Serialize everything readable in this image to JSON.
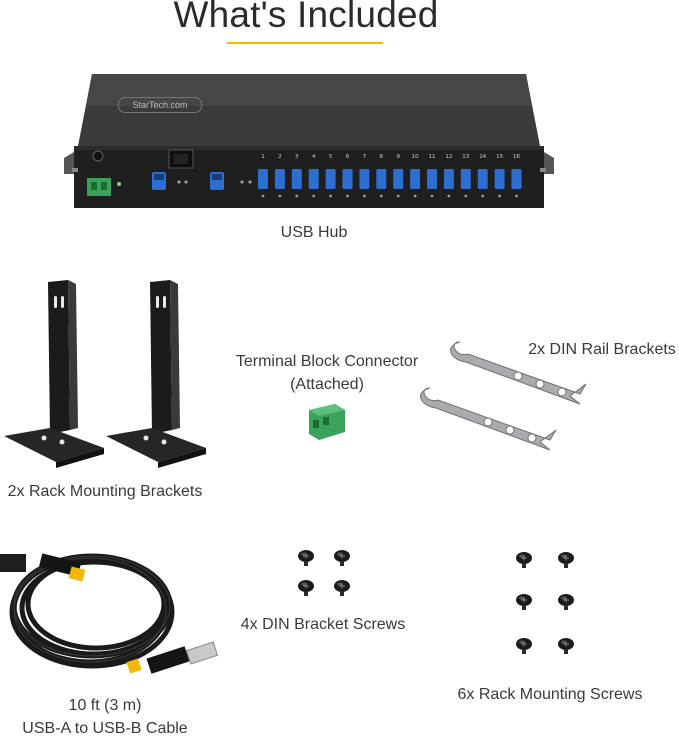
{
  "header": {
    "title": "What's Included",
    "accent_color": "#f2b705"
  },
  "hub": {
    "brand": "StarTech.com",
    "caption": "USB Hub",
    "port_numbers": [
      "1",
      "2",
      "3",
      "4",
      "5",
      "6",
      "7",
      "8",
      "9",
      "10",
      "11",
      "12",
      "13",
      "14",
      "15",
      "16"
    ]
  },
  "items": {
    "rack_brackets": "2x Rack Mounting Brackets",
    "terminal_block_line1": "Terminal Block Connector",
    "terminal_block_line2": "(Attached)",
    "din_rail_brackets": "2x DIN Rail Brackets",
    "cable_line1": "10 ft (3 m)",
    "cable_line2": "USB-A to USB-B Cable",
    "din_screws": "4x DIN Bracket Screws",
    "rack_screws": "6x Rack Mounting Screws"
  },
  "colors": {
    "device_body": "#2a2a2a",
    "usb_port_blue": "#2d6fd1",
    "terminal_green": "#3aa35a",
    "steel": "#a9abae"
  }
}
